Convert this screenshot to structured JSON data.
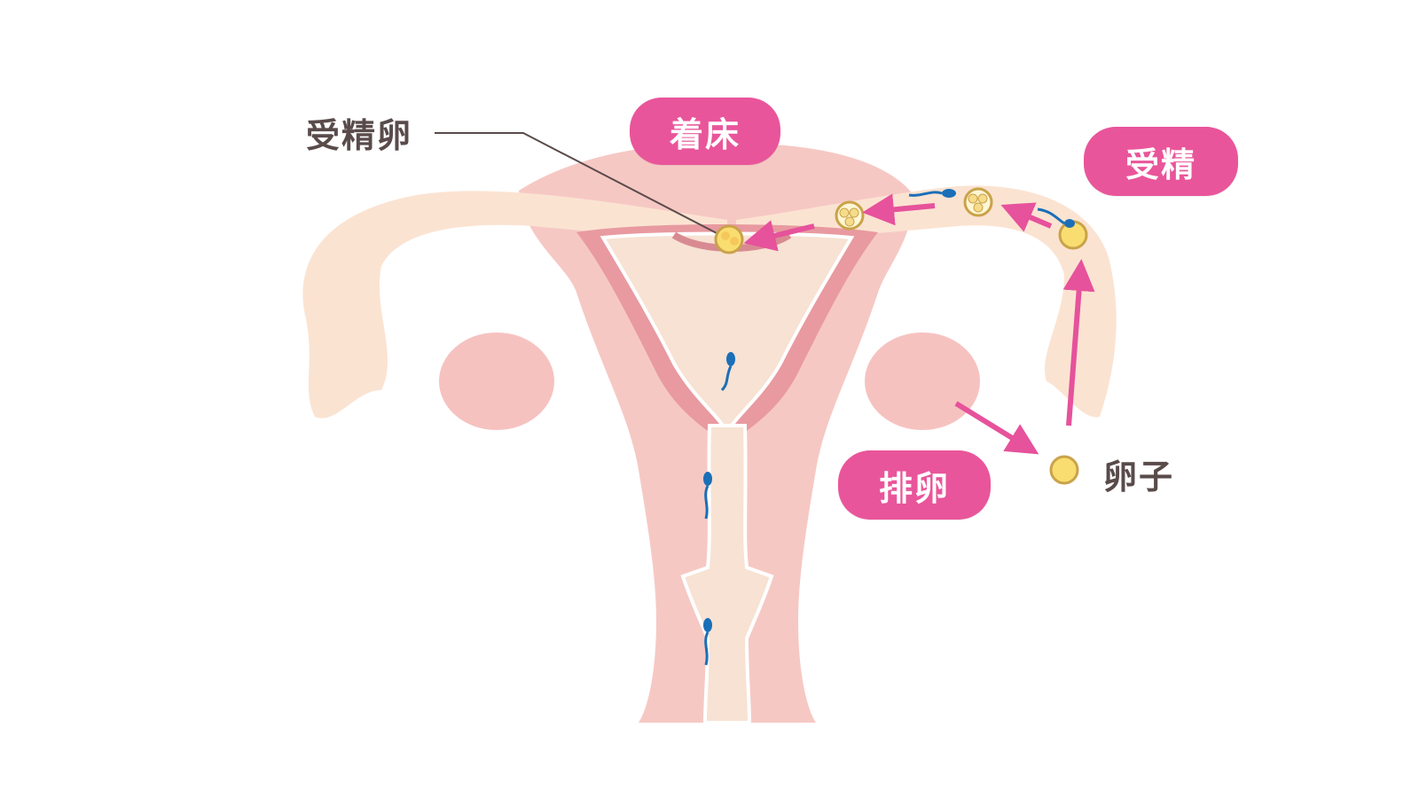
{
  "labels": {
    "fertilized_egg": "受精卵",
    "implantation": "着床",
    "fertilization": "受精",
    "ovulation": "排卵",
    "egg": "卵子"
  },
  "colors": {
    "pill": "#e9559a",
    "arrow": "#e6529b",
    "tube": "#fbe3d2",
    "uterus_outer": "#f6c8c4",
    "uterus_inner": "#f7e2d3",
    "lining": "#e89aa0",
    "ovary": "#f6c2c0",
    "egg": "#f9dd70",
    "egg_stroke": "#c9a34a",
    "sperm": "#1a6fb8",
    "label_text": "#5a4b4b"
  },
  "icons": [
    "sperm-icon",
    "egg-icon",
    "embryo-icon",
    "arrow-icon"
  ]
}
